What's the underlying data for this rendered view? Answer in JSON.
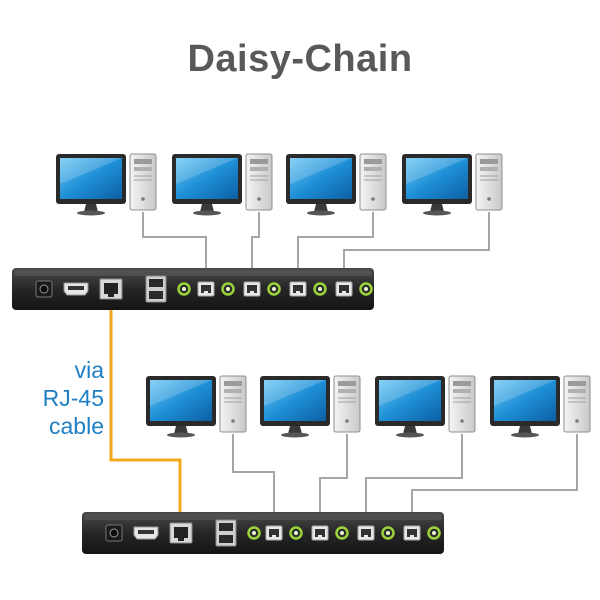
{
  "title": "Daisy-Chain",
  "cable_label": [
    "via",
    "RJ-45",
    "cable"
  ],
  "colors": {
    "title": "#595959",
    "cable_label": "#1f7fc4",
    "rj45_cable": "#f0a91c",
    "usb_cable": "#a6a6a6",
    "kvm_body": "#2b2b2b",
    "led": "#9bd43a",
    "screen": "#1e8fd6"
  },
  "units": [
    {
      "name": "kvm-switch-1",
      "computers": 4,
      "usb_ports": 4
    },
    {
      "name": "kvm-switch-2",
      "computers": 4,
      "usb_ports": 4
    }
  ]
}
